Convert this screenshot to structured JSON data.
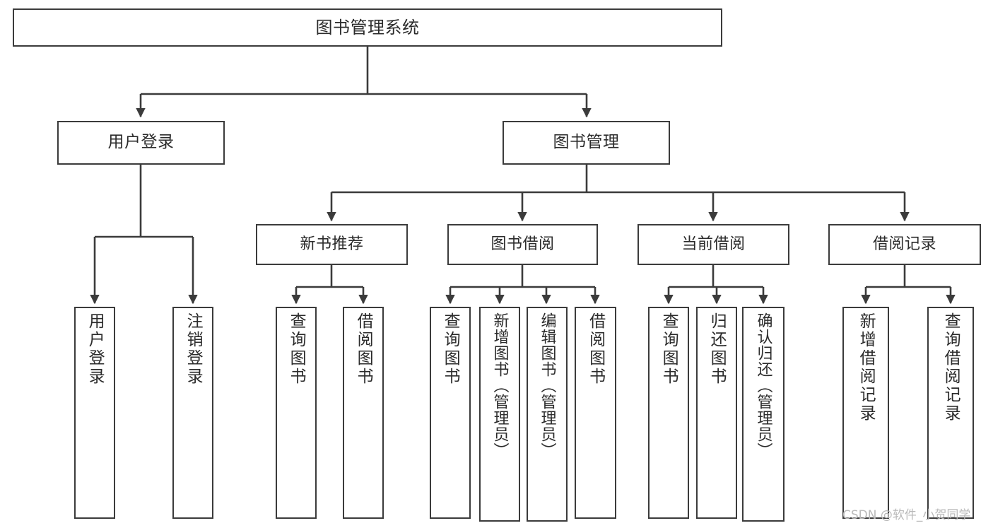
{
  "diagram": {
    "title": "图书管理系统",
    "type": "tree",
    "orientation": "top-down",
    "line_color": "#3b3b3b",
    "box_fill": "#ffffff",
    "text_color": "#2b2b2b",
    "watermark": "CSDN @软件_小贺同学",
    "nodes": {
      "root": {
        "label": "图书管理系统"
      },
      "level1": [
        {
          "label": "用户登录"
        },
        {
          "label": "图书管理"
        }
      ],
      "level2": [
        {
          "label": "新书推荐"
        },
        {
          "label": "图书借阅"
        },
        {
          "label": "当前借阅"
        },
        {
          "label": "借阅记录"
        }
      ],
      "leaves_user_login": [
        {
          "label": "用户登录"
        },
        {
          "label": "注销登录"
        }
      ],
      "leaves_new_books": [
        {
          "label": "查询图书"
        },
        {
          "label": "借阅图书"
        }
      ],
      "leaves_borrow": [
        {
          "label": "查询图书"
        },
        {
          "label": "新增图书（管理员）"
        },
        {
          "label": "编辑图书（管理员）"
        },
        {
          "label": "借阅图书"
        }
      ],
      "leaves_current": [
        {
          "label": "查询图书"
        },
        {
          "label": "归还图书"
        },
        {
          "label": "确认归还（管理员）"
        }
      ],
      "leaves_records": [
        {
          "label": "新增借阅记录"
        },
        {
          "label": "查询借阅记录"
        }
      ]
    }
  }
}
